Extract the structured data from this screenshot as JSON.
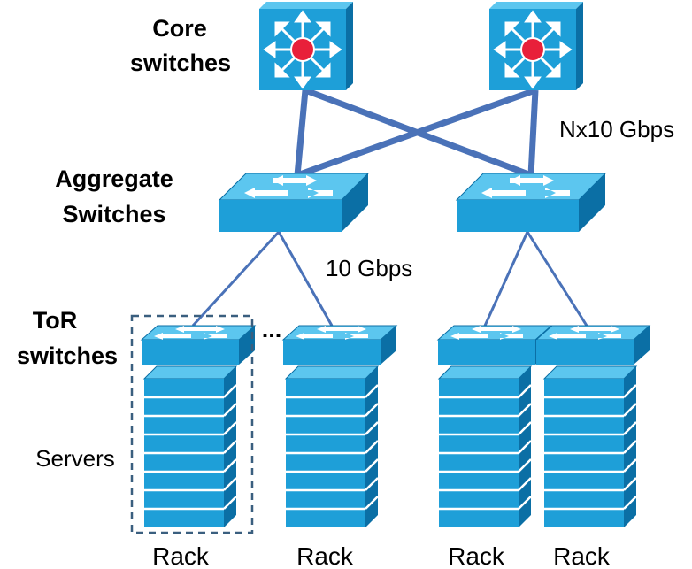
{
  "labels": {
    "core": [
      "Core",
      "switches"
    ],
    "aggregate": [
      "Aggregate",
      "Switches"
    ],
    "tor": [
      "ToR",
      "switches"
    ],
    "servers": "Servers",
    "bw_core": "Nx10 Gbps",
    "bw_agg": "10 Gbps",
    "ellipsis": "...",
    "rack": "Rack"
  },
  "racks": [
    {
      "label": "Rack",
      "highlighted": true
    },
    {
      "label": "Rack",
      "highlighted": false
    },
    {
      "label": "Rack",
      "highlighted": false
    },
    {
      "label": "Rack",
      "highlighted": false
    }
  ],
  "colors": {
    "switch_face": "#1e9fd8",
    "switch_top": "#5cc6ef",
    "switch_side": "#0b6fa5",
    "core_center": "#e8203a",
    "link_thick": "#4a72b8",
    "link_thin": "#4a72b8",
    "rack_dash": "#3a5f7f",
    "arrow": "#ffffff"
  },
  "icons": {
    "core": "layer3-switch-icon",
    "aggregate": "workgroup-switch-icon",
    "tor": "workgroup-switch-icon",
    "server": "server-stack-icon"
  }
}
